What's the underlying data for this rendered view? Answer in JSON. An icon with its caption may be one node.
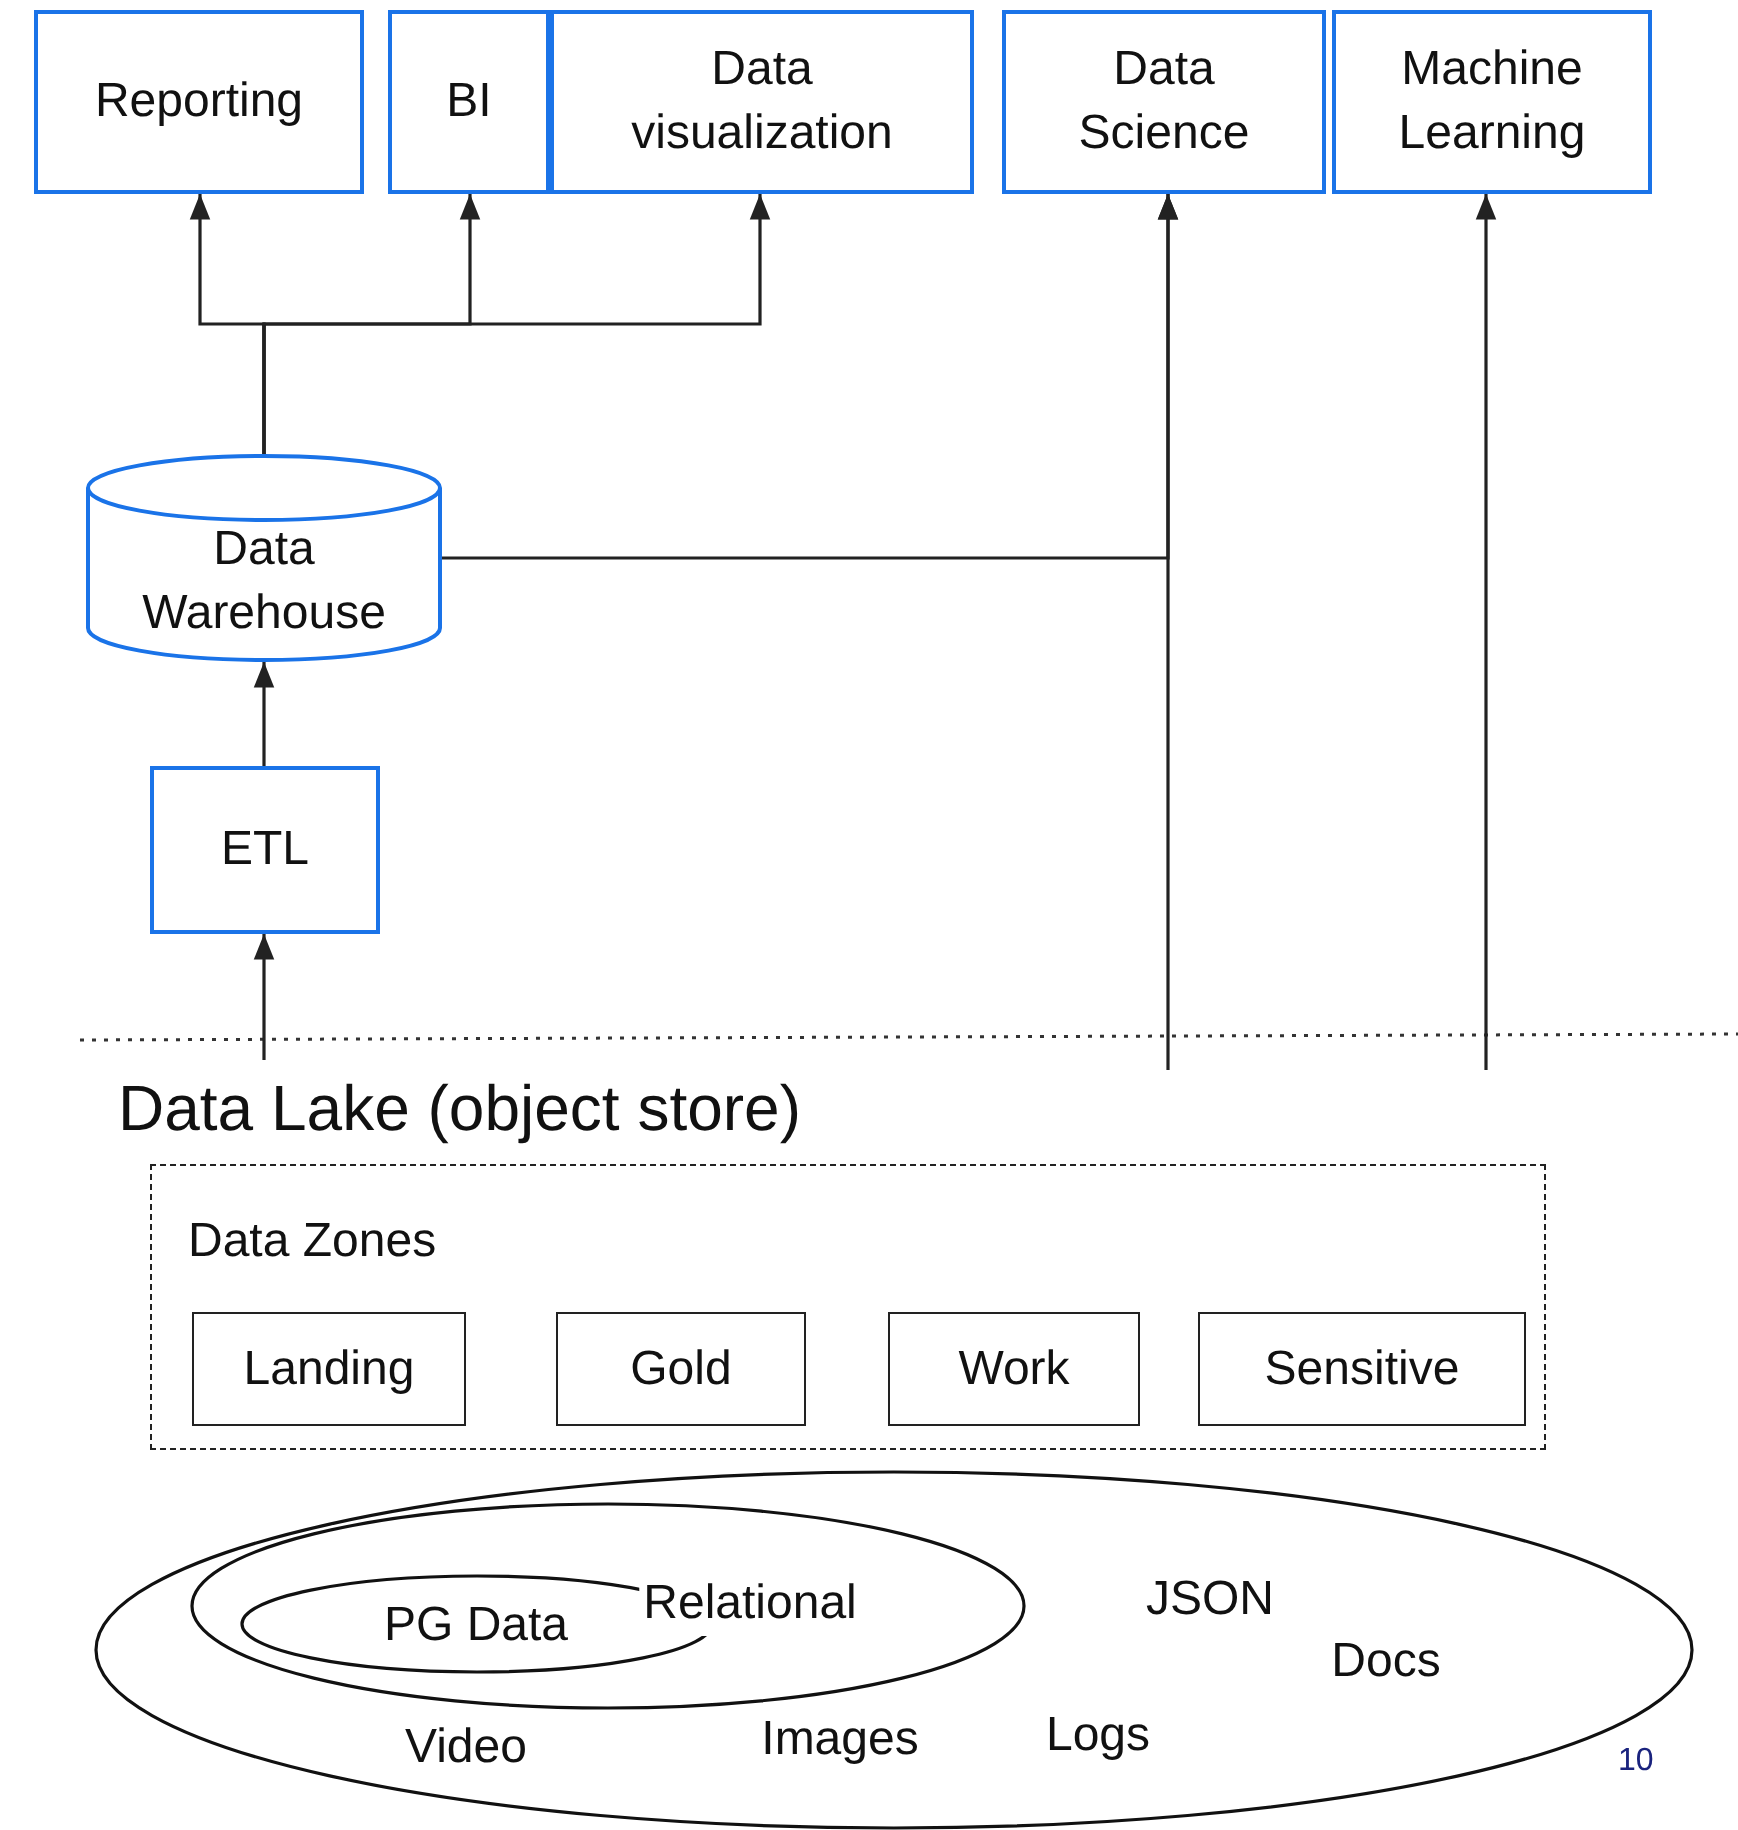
{
  "diagram": {
    "title": "Data Lake (object store)",
    "nodes": [
      {
        "text": [
          "Reporting"
        ]
      },
      {
        "text": [
          "BI"
        ]
      },
      {
        "text": [
          "Data visualization"
        ]
      },
      {
        "text": [
          "Data Science"
        ]
      },
      {
        "text": [
          "Machine Learning"
        ]
      },
      {
        "text": [
          "Data Warehouse"
        ]
      },
      {
        "text": [
          "ETL"
        ]
      },
      {
        "text": [
          "Data Zones"
        ]
      },
      {
        "text": [
          "Landing"
        ],
        "in": 7
      },
      {
        "text": [
          "Gold"
        ],
        "in": 7
      },
      {
        "text": [
          "Work"
        ],
        "in": 7
      },
      {
        "text": [
          "Sensitive"
        ],
        "in": 7
      },
      {
        "text": [
          "JSON",
          "Docs",
          "Video",
          "Images",
          "Logs"
        ]
      },
      {
        "text": [
          "Relational"
        ],
        "in": 12
      },
      {
        "text": [
          "PG Data"
        ],
        "in": 13
      }
    ],
    "edges": [
      {
        "from": 5,
        "to": 0,
        "arrow": "to"
      },
      {
        "from": 5,
        "to": 1,
        "arrow": "to"
      },
      {
        "from": 5,
        "to": 2,
        "arrow": "to"
      },
      {
        "from": 5,
        "to": 3,
        "arrow": "to"
      },
      {
        "from": null,
        "to": 3,
        "arrow": "to"
      },
      {
        "from": null,
        "to": 4,
        "arrow": "to"
      },
      {
        "from": 6,
        "to": 5,
        "arrow": "to"
      },
      {
        "from": null,
        "to": 6,
        "arrow": "to"
      }
    ],
    "labels": [
      "10"
    ]
  }
}
